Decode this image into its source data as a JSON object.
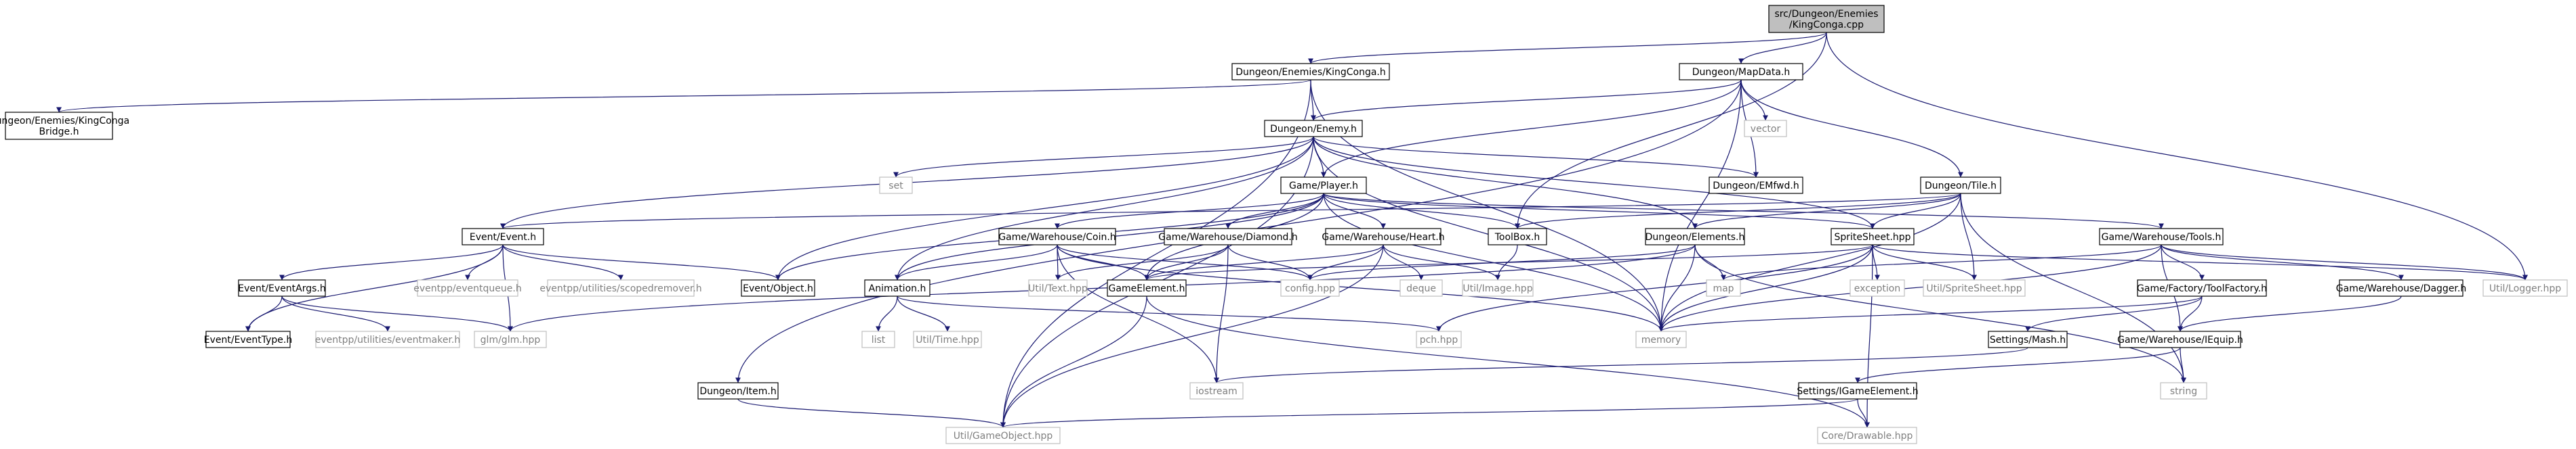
{
  "graph": {
    "colors": {
      "edge": "#191970",
      "node_border": "#000000",
      "external_border": "#bfbfbf",
      "root_fill": "#bfbfbf",
      "external_text": "#7f7f7f"
    },
    "nodes": [
      {
        "id": "root",
        "label": [
          "src/Dungeon/Enemies",
          "/KingConga.cpp"
        ],
        "kind": "root"
      },
      {
        "id": "kc_h",
        "label": [
          "Dungeon/Enemies/KingConga.h"
        ],
        "kind": "int"
      },
      {
        "id": "mapdata",
        "label": [
          "Dungeon/MapData.h"
        ],
        "kind": "int"
      },
      {
        "id": "kcbridge",
        "label": [
          "Dungeon/Enemies/KingConga",
          "Bridge.h"
        ],
        "kind": "int"
      },
      {
        "id": "enemy",
        "label": [
          "Dungeon/Enemy.h"
        ],
        "kind": "int"
      },
      {
        "id": "vector",
        "label": [
          "vector"
        ],
        "kind": "ext"
      },
      {
        "id": "tile",
        "label": [
          "Dungeon/Tile.h"
        ],
        "kind": "int"
      },
      {
        "id": "set",
        "label": [
          "set"
        ],
        "kind": "ext"
      },
      {
        "id": "player",
        "label": [
          "Game/Player.h"
        ],
        "kind": "int"
      },
      {
        "id": "emfwd",
        "label": [
          "Dungeon/EMfwd.h"
        ],
        "kind": "int"
      },
      {
        "id": "event",
        "label": [
          "Event/Event.h"
        ],
        "kind": "int"
      },
      {
        "id": "coin",
        "label": [
          "Game/Warehouse/Coin.h"
        ],
        "kind": "int"
      },
      {
        "id": "diamond",
        "label": [
          "Game/Warehouse/Diamond.h"
        ],
        "kind": "int"
      },
      {
        "id": "heart",
        "label": [
          "Game/Warehouse/Heart.h"
        ],
        "kind": "int"
      },
      {
        "id": "toolbox",
        "label": [
          "ToolBox.h"
        ],
        "kind": "int"
      },
      {
        "id": "elements",
        "label": [
          "Dungeon/Elements.h"
        ],
        "kind": "int"
      },
      {
        "id": "spritesheet",
        "label": [
          "SpriteSheet.hpp"
        ],
        "kind": "int"
      },
      {
        "id": "tools",
        "label": [
          "Game/Warehouse/Tools.h"
        ],
        "kind": "int"
      },
      {
        "id": "eventargs",
        "label": [
          "Event/EventArgs.h"
        ],
        "kind": "int"
      },
      {
        "id": "evqueue",
        "label": [
          "eventpp/eventqueue.h"
        ],
        "kind": "ext"
      },
      {
        "id": "scopedremover",
        "label": [
          "eventpp/utilities/scopedremover.h"
        ],
        "kind": "ext"
      },
      {
        "id": "object",
        "label": [
          "Event/Object.h"
        ],
        "kind": "int"
      },
      {
        "id": "animation",
        "label": [
          "Animation.h"
        ],
        "kind": "int"
      },
      {
        "id": "text",
        "label": [
          "Util/Text.hpp"
        ],
        "kind": "ext"
      },
      {
        "id": "gameelement",
        "label": [
          "GameElement.h"
        ],
        "kind": "int"
      },
      {
        "id": "config",
        "label": [
          "config.hpp"
        ],
        "kind": "ext"
      },
      {
        "id": "deque",
        "label": [
          "deque"
        ],
        "kind": "ext"
      },
      {
        "id": "image",
        "label": [
          "Util/Image.hpp"
        ],
        "kind": "ext"
      },
      {
        "id": "map",
        "label": [
          "map"
        ],
        "kind": "ext"
      },
      {
        "id": "exception",
        "label": [
          "exception"
        ],
        "kind": "ext"
      },
      {
        "id": "utilsprite",
        "label": [
          "Util/SpriteSheet.hpp"
        ],
        "kind": "ext"
      },
      {
        "id": "toolfactory",
        "label": [
          "Game/Factory/ToolFactory.h"
        ],
        "kind": "int"
      },
      {
        "id": "dagger",
        "label": [
          "Game/Warehouse/Dagger.h"
        ],
        "kind": "int"
      },
      {
        "id": "logger",
        "label": [
          "Util/Logger.hpp"
        ],
        "kind": "ext"
      },
      {
        "id": "eventtype",
        "label": [
          "Event/EventType.h"
        ],
        "kind": "int"
      },
      {
        "id": "evmaker",
        "label": [
          "eventpp/utilities/eventmaker.h"
        ],
        "kind": "ext"
      },
      {
        "id": "glm",
        "label": [
          "glm/glm.hpp"
        ],
        "kind": "ext"
      },
      {
        "id": "list",
        "label": [
          "list"
        ],
        "kind": "ext"
      },
      {
        "id": "time",
        "label": [
          "Util/Time.hpp"
        ],
        "kind": "ext"
      },
      {
        "id": "pch",
        "label": [
          "pch.hpp"
        ],
        "kind": "ext"
      },
      {
        "id": "memory",
        "label": [
          "memory"
        ],
        "kind": "ext"
      },
      {
        "id": "mash",
        "label": [
          "Settings/Mash.h"
        ],
        "kind": "int"
      },
      {
        "id": "equip",
        "label": [
          "Game/Warehouse/IEquip.h"
        ],
        "kind": "int"
      },
      {
        "id": "item",
        "label": [
          "Dungeon/Item.h"
        ],
        "kind": "int"
      },
      {
        "id": "iostream",
        "label": [
          "iostream"
        ],
        "kind": "ext"
      },
      {
        "id": "string",
        "label": [
          "string"
        ],
        "kind": "ext"
      },
      {
        "id": "igameelement",
        "label": [
          "Settings/IGameElement.h"
        ],
        "kind": "int"
      },
      {
        "id": "gameobject",
        "label": [
          "Util/GameObject.hpp"
        ],
        "kind": "ext"
      },
      {
        "id": "drawable",
        "label": [
          "Core/Drawable.hpp"
        ],
        "kind": "ext"
      }
    ],
    "edges": [
      [
        "root",
        "kc_h"
      ],
      [
        "root",
        "mapdata"
      ],
      [
        "root",
        "logger"
      ],
      [
        "root",
        "toolbox"
      ],
      [
        "kc_h",
        "kcbridge"
      ],
      [
        "kc_h",
        "enemy"
      ],
      [
        "kc_h",
        "gameobject"
      ],
      [
        "kc_h",
        "memory"
      ],
      [
        "mapdata",
        "enemy"
      ],
      [
        "mapdata",
        "vector"
      ],
      [
        "mapdata",
        "tile"
      ],
      [
        "mapdata",
        "emfwd"
      ],
      [
        "mapdata",
        "player"
      ],
      [
        "mapdata",
        "memory"
      ],
      [
        "mapdata",
        "item"
      ],
      [
        "enemy",
        "set"
      ],
      [
        "enemy",
        "player"
      ],
      [
        "enemy",
        "emfwd"
      ],
      [
        "enemy",
        "event"
      ],
      [
        "enemy",
        "object"
      ],
      [
        "enemy",
        "animation"
      ],
      [
        "enemy",
        "elements"
      ],
      [
        "enemy",
        "spritesheet"
      ],
      [
        "enemy",
        "gameobject"
      ],
      [
        "enemy",
        "memory"
      ],
      [
        "tile",
        "event"
      ],
      [
        "tile",
        "toolbox"
      ],
      [
        "tile",
        "elements"
      ],
      [
        "tile",
        "spritesheet"
      ],
      [
        "tile",
        "utilsprite"
      ],
      [
        "tile",
        "memory"
      ],
      [
        "tile",
        "string"
      ],
      [
        "player",
        "coin"
      ],
      [
        "player",
        "diamond"
      ],
      [
        "player",
        "heart"
      ],
      [
        "player",
        "toolbox"
      ],
      [
        "player",
        "tools"
      ],
      [
        "player",
        "spritesheet"
      ],
      [
        "player",
        "object"
      ],
      [
        "player",
        "animation"
      ],
      [
        "player",
        "gameelement"
      ],
      [
        "player",
        "memory"
      ],
      [
        "event",
        "eventargs"
      ],
      [
        "event",
        "evqueue"
      ],
      [
        "event",
        "scopedremover"
      ],
      [
        "event",
        "object"
      ],
      [
        "event",
        "eventtype"
      ],
      [
        "event",
        "glm"
      ],
      [
        "eventargs",
        "eventtype"
      ],
      [
        "eventargs",
        "evmaker"
      ],
      [
        "eventargs",
        "glm"
      ],
      [
        "coin",
        "animation"
      ],
      [
        "coin",
        "text"
      ],
      [
        "coin",
        "gameelement"
      ],
      [
        "coin",
        "config"
      ],
      [
        "coin",
        "memory"
      ],
      [
        "coin",
        "iostream"
      ],
      [
        "diamond",
        "text"
      ],
      [
        "diamond",
        "gameelement"
      ],
      [
        "diamond",
        "config"
      ],
      [
        "diamond",
        "iostream"
      ],
      [
        "heart",
        "gameelement"
      ],
      [
        "heart",
        "config"
      ],
      [
        "heart",
        "deque"
      ],
      [
        "heart",
        "image"
      ],
      [
        "heart",
        "gameobject"
      ],
      [
        "toolbox",
        "image"
      ],
      [
        "elements",
        "config"
      ],
      [
        "elements",
        "map"
      ],
      [
        "elements",
        "memory"
      ],
      [
        "elements",
        "string"
      ],
      [
        "elements",
        "glm"
      ],
      [
        "spritesheet",
        "exception"
      ],
      [
        "spritesheet",
        "utilsprite"
      ],
      [
        "spritesheet",
        "memory"
      ],
      [
        "spritesheet",
        "pch"
      ],
      [
        "spritesheet",
        "logger"
      ],
      [
        "spritesheet",
        "gameelement"
      ],
      [
        "spritesheet",
        "drawable"
      ],
      [
        "tools",
        "toolfactory"
      ],
      [
        "tools",
        "dagger"
      ],
      [
        "tools",
        "equip"
      ],
      [
        "tools",
        "memory"
      ],
      [
        "tools",
        "logger"
      ],
      [
        "tools",
        "map"
      ],
      [
        "toolfactory",
        "equip"
      ],
      [
        "toolfactory",
        "memory"
      ],
      [
        "toolfactory",
        "mash"
      ],
      [
        "dagger",
        "equip"
      ],
      [
        "animation",
        "list"
      ],
      [
        "animation",
        "time"
      ],
      [
        "animation",
        "pch"
      ],
      [
        "gameelement",
        "gameobject"
      ],
      [
        "gameelement",
        "drawable"
      ],
      [
        "mash",
        "iostream"
      ],
      [
        "equip",
        "igameelement"
      ],
      [
        "equip",
        "string"
      ],
      [
        "igameelement",
        "gameobject"
      ],
      [
        "igameelement",
        "drawable"
      ],
      [
        "item",
        "gameobject"
      ]
    ]
  }
}
